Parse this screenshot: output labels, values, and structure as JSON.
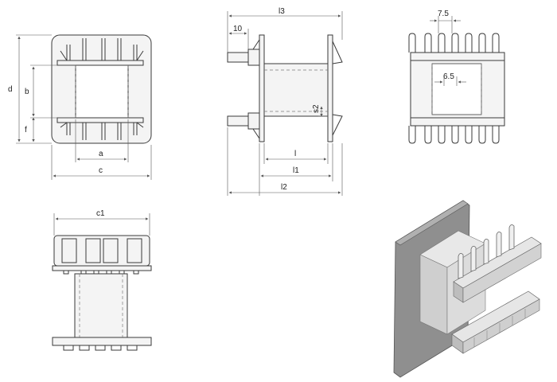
{
  "colors": {
    "stroke": "#3a3a3a",
    "fill": "#f4f4f4",
    "iso_dark": "#8f8f8f",
    "iso_mid": "#cfcfcf",
    "iso_light": "#e6e6e6"
  },
  "views": {
    "top_left": {
      "labels": {
        "d": "d",
        "b": "b",
        "f": "f",
        "a": "a",
        "c": "c"
      }
    },
    "top_middle": {
      "labels": {
        "l3": "l3",
        "ten": "10",
        "s2": "s2",
        "l": "l",
        "l1": "l1",
        "l2": "l2"
      }
    },
    "top_right": {
      "labels": {
        "pitch": "7.5",
        "inner": "6.5"
      }
    },
    "bottom_left": {
      "labels": {
        "c1": "c1"
      }
    },
    "isometric": {
      "description_visible": false
    }
  }
}
